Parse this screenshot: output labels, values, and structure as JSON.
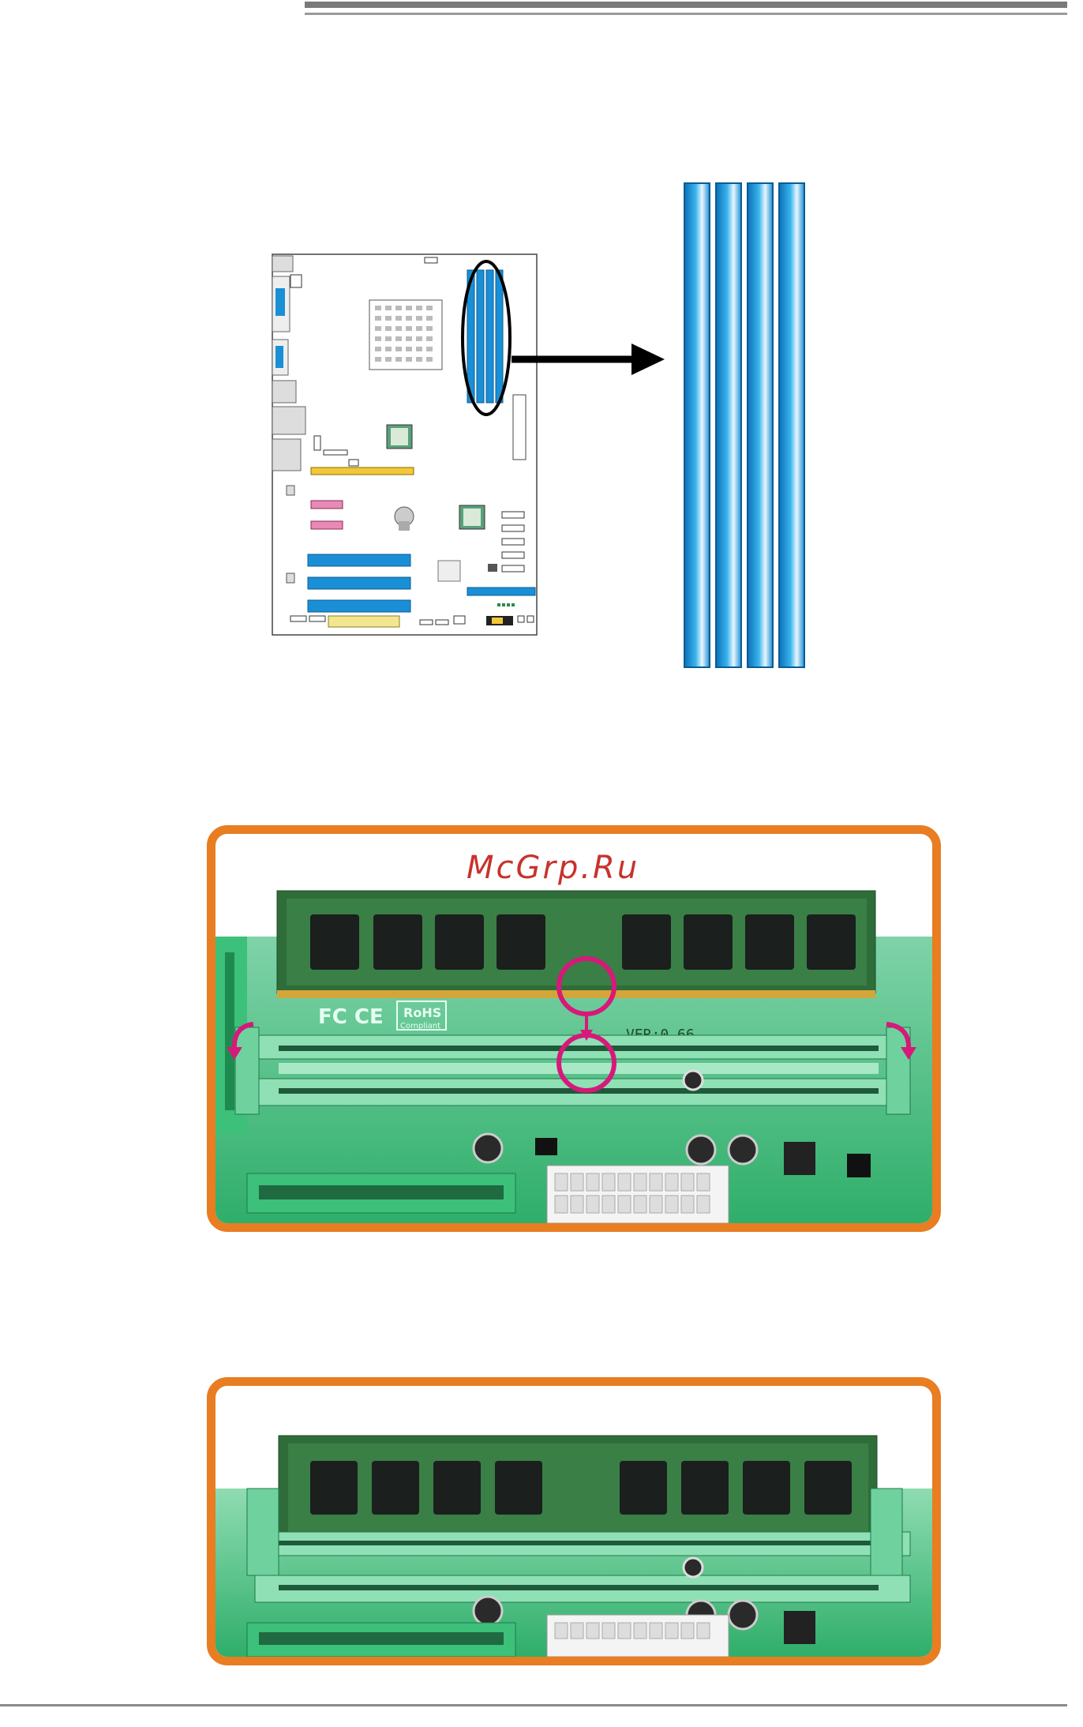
{
  "watermark": {
    "text": "McGrp.Ru"
  },
  "photo1": {
    "module_markings": {
      "ver_label": "VER:0.66",
      "rohs_label": "RoHS",
      "compliant_label": "Compliant"
    }
  },
  "colors": {
    "frame": "#e87d22",
    "slot_blue": "#1a8fd6",
    "pcb_green": "#2fae6a",
    "annotation_magenta": "#d6197a",
    "ram_green": "#2e6d3a"
  }
}
